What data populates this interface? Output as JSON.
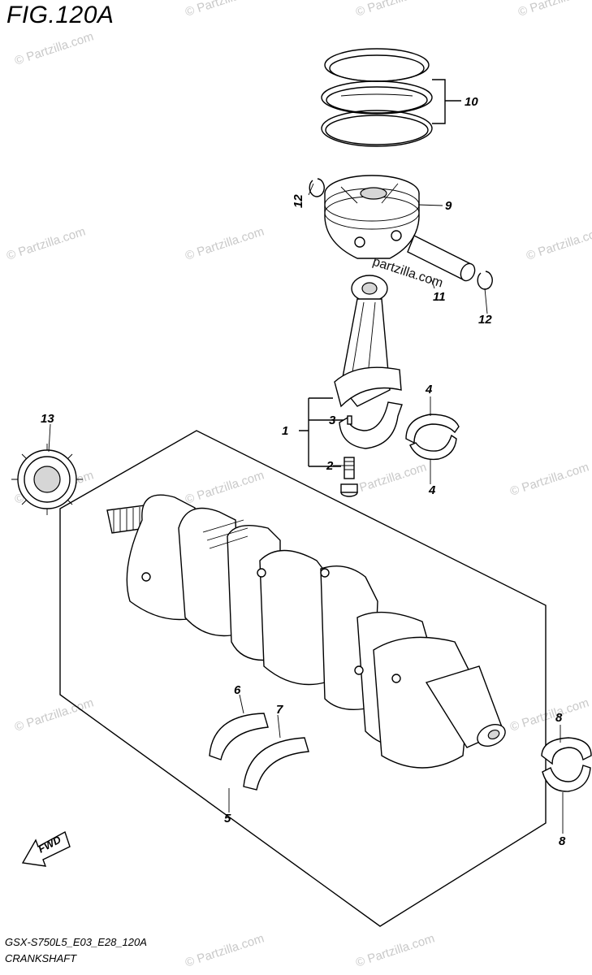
{
  "figure_title": "FIG.120A",
  "footer_code": "GSX-S750L5_E03_E28_120A",
  "footer_name": "CRANKSHAFT",
  "fwd_label": "FWD",
  "watermark": "© Partzilla.com",
  "mid_watermark": "partzilla.com",
  "callouts": {
    "c1": "1",
    "c2": "2",
    "c3": "3",
    "c4a": "4",
    "c4b": "4",
    "c5": "5",
    "c6": "6",
    "c7": "7",
    "c8a": "8",
    "c8b": "8",
    "c9": "9",
    "c10": "10",
    "c11": "11",
    "c12a": "12",
    "c12b": "12",
    "c13": "13"
  }
}
